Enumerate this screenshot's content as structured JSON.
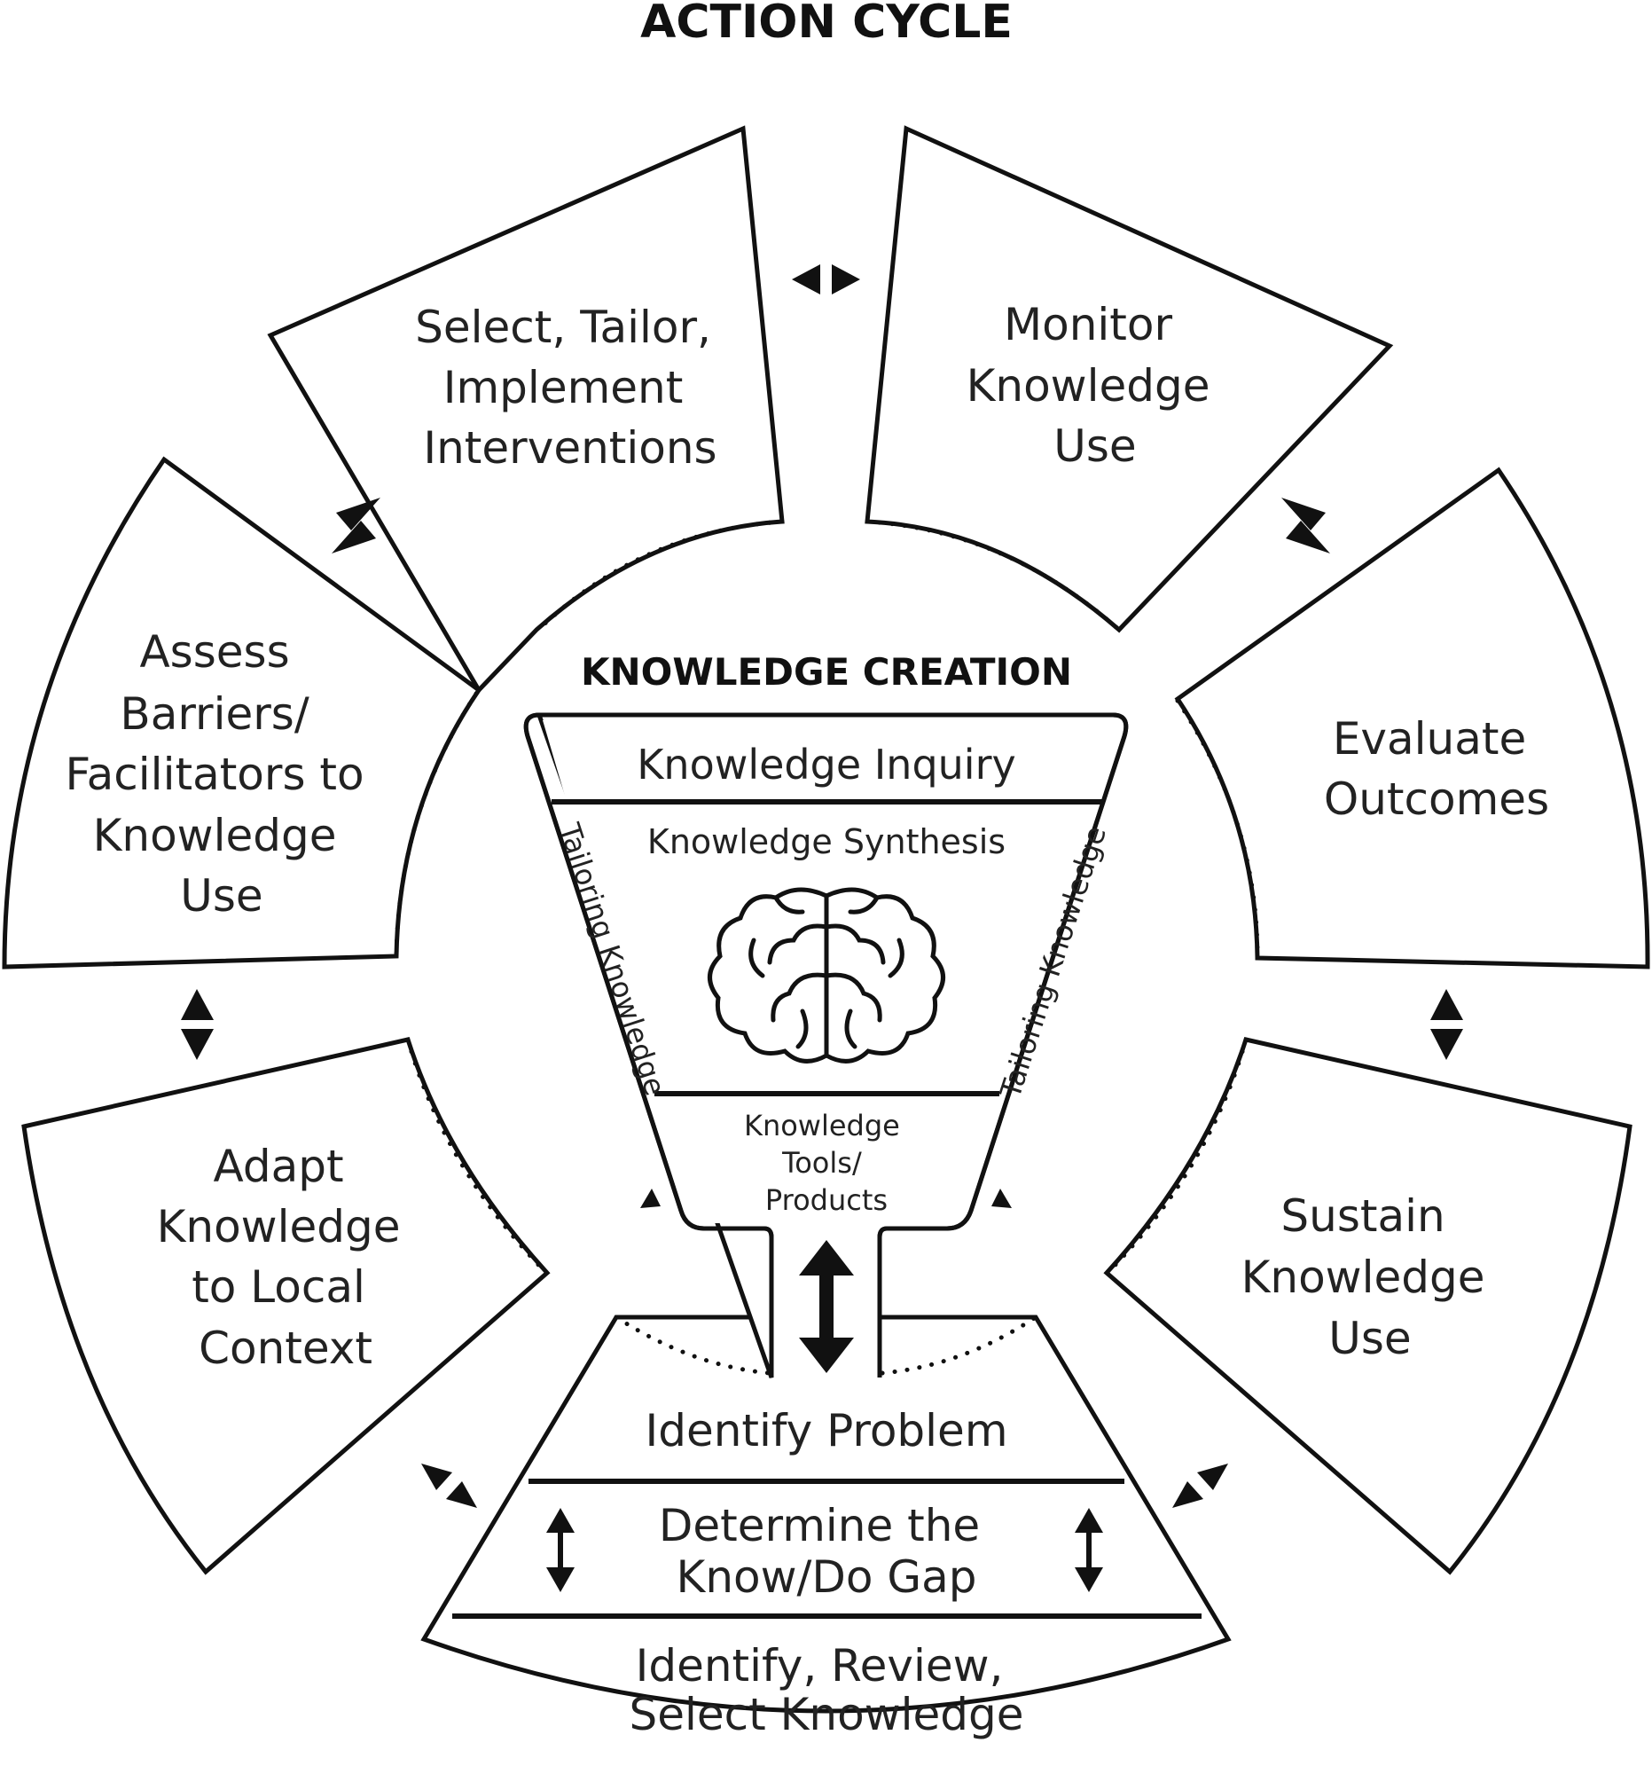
{
  "title": "ACTION CYCLE",
  "center_title": "KNOWLEDGE CREATION",
  "segments": {
    "select": [
      "Select, Tailor,",
      "Implement",
      "Interventions"
    ],
    "monitor": [
      "Monitor",
      "Knowledge",
      "Use"
    ],
    "evaluate": [
      "Evaluate",
      "Outcomes"
    ],
    "sustain": [
      "Sustain",
      "Knowledge",
      "Use"
    ],
    "adapt": [
      "Adapt",
      "Knowledge",
      "to Local",
      "Context"
    ],
    "assess": [
      "Assess",
      "Barriers/",
      "Facilitators to",
      "Knowledge",
      "Use"
    ]
  },
  "bottom": {
    "identify_problem": "Identify Problem",
    "gap": [
      "Determine the",
      "Know/Do Gap"
    ],
    "select_knowledge": [
      "Identify, Review,",
      "Select Knowledge"
    ]
  },
  "funnel": {
    "inquiry": "Knowledge Inquiry",
    "synthesis": "Knowledge Synthesis",
    "tools": [
      "Knowledge",
      "Tools/",
      "Products"
    ],
    "tailoring_left": "Tailoring Knowledge",
    "tailoring_right": "Tailoring Knowledge"
  },
  "icons": {
    "brain": "brain-icon",
    "arrows": "double-triangle-arrow-icon"
  }
}
